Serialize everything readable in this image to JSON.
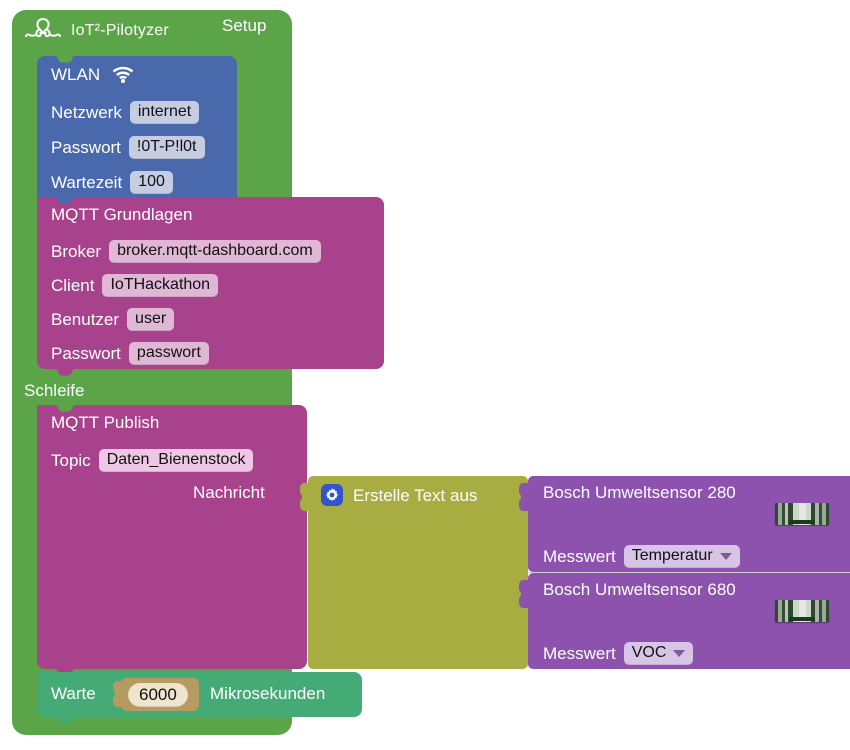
{
  "app": {
    "logo_text": "IoT²-Pilotyzer",
    "logo_icon": "bee-logo-icon"
  },
  "colors": {
    "setup_green": "#5ba548",
    "wlan_blue": "#4a69ad",
    "mqtt_magenta": "#a8428c",
    "text_olive": "#a8ad42",
    "sensor_purple": "#8c52ad",
    "wait_teal": "#44ab76",
    "number_tan": "#b59a62",
    "gear_blue": "#3355cc"
  },
  "setup_block": {
    "name": "Setup",
    "label": "Setup"
  },
  "wlan_block": {
    "title": "WLAN",
    "icon": "wifi-icon",
    "fields": [
      {
        "label": "Netzwerk",
        "value": "internet"
      },
      {
        "label": "Passwort",
        "value": "!0T-P!l0t"
      },
      {
        "label": "Wartezeit",
        "value": "100"
      }
    ]
  },
  "mqtt_basics_block": {
    "title": "MQTT Grundlagen",
    "fields": [
      {
        "label": "Broker",
        "value": "broker.mqtt-dashboard.com"
      },
      {
        "label": "Client",
        "value": "IoTHackathon"
      },
      {
        "label": "Benutzer",
        "value": "user"
      },
      {
        "label": "Passwort",
        "value": "passwort"
      }
    ]
  },
  "loop_block": {
    "label": "Schleife"
  },
  "mqtt_publish_block": {
    "title": "MQTT Publish",
    "topic_label": "Topic",
    "topic_value": "Daten_Bienenstock",
    "message_label": "Nachricht"
  },
  "create_text_block": {
    "title": "Erstelle Text aus",
    "icon": "gear-icon"
  },
  "sensor_blocks": [
    {
      "title": "Bosch Umweltsensor 280",
      "icon": "sensor-board-icon",
      "measure_label": "Messwert",
      "measure_value": "Temperatur"
    },
    {
      "title": "Bosch Umweltsensor 680",
      "icon": "sensor-board-icon",
      "measure_label": "Messwert",
      "measure_value": "VOC"
    }
  ],
  "wait_block": {
    "label": "Warte",
    "value": "6000",
    "unit_label": "Mikrosekunden"
  }
}
